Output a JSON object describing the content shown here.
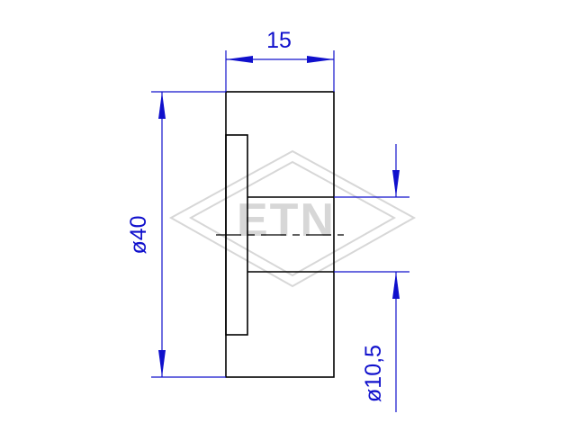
{
  "watermark": {
    "text": "ETN",
    "color": "#d7d7d7"
  },
  "colors": {
    "part": "#000000",
    "dimension": "#1010cc"
  },
  "dimensions": {
    "width_label": "15",
    "outer_diameter_label": "ø40",
    "bore_diameter_label": "ø10,5"
  }
}
